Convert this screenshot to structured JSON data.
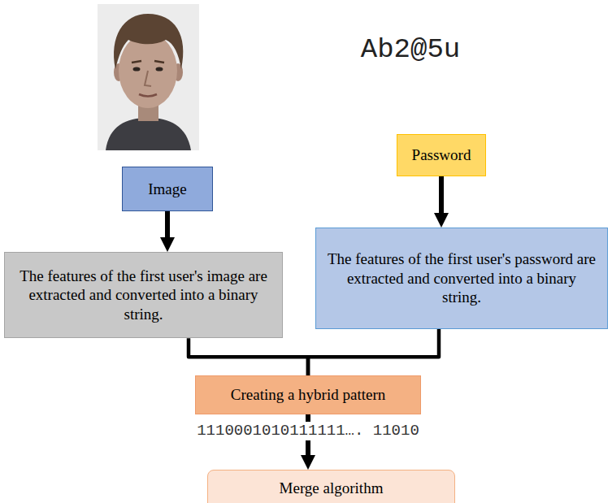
{
  "diagram": {
    "nodes": [
      {
        "text": [
          "Image"
        ]
      },
      {
        "text": [
          "Password"
        ]
      },
      {
        "text": [
          "The features of the first user's image are extracted and converted into a binary string."
        ]
      },
      {
        "text": [
          "The features of the first user's password are extracted and converted into a binary string."
        ]
      },
      {
        "text": [
          "Creating a hybrid pattern"
        ]
      },
      {
        "text": [
          "Merge algorithm"
        ]
      }
    ],
    "edges": [
      {
        "from": 0,
        "to": 2,
        "arrow": "to"
      },
      {
        "from": 1,
        "to": 3,
        "arrow": "to"
      },
      {
        "from": 2,
        "to": 4,
        "arrow": "none"
      },
      {
        "from": 3,
        "to": 4,
        "arrow": "none"
      },
      {
        "from": 4,
        "to": 5,
        "arrow": "to",
        "label": "1110001010111111…. 11010"
      }
    ],
    "labels": [
      "Ab2@5u"
    ]
  }
}
